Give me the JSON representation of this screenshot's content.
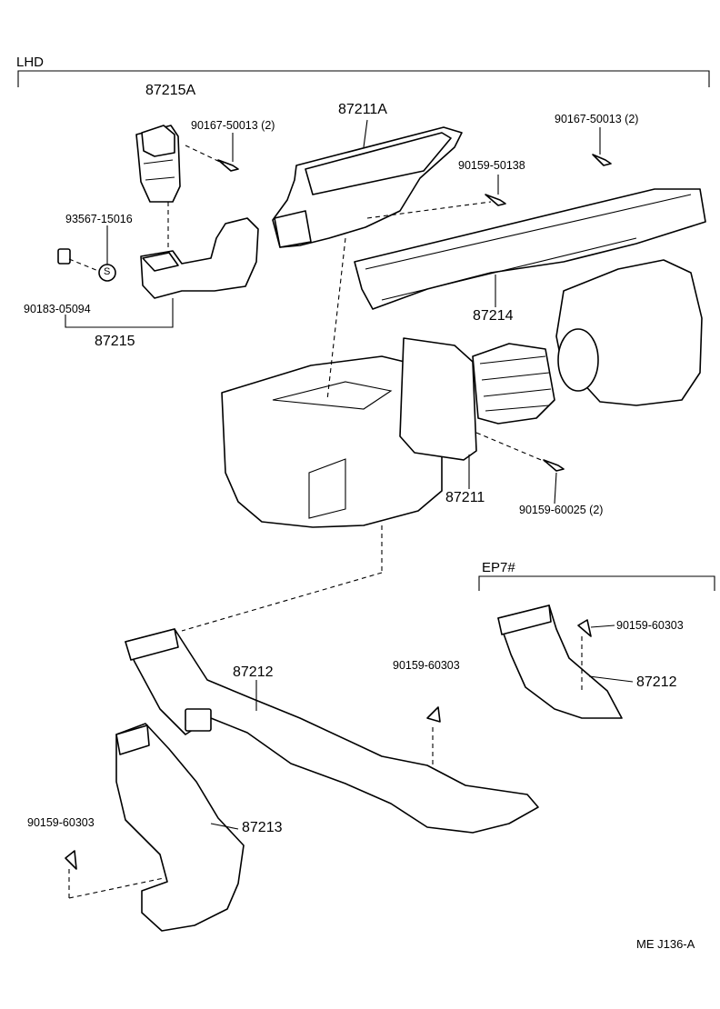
{
  "sections": {
    "lhd": "LHD",
    "ep7": "EP7#"
  },
  "parts": {
    "p87215A": "87215A",
    "p87211A": "87211A",
    "p87214": "87214",
    "p87215": "87215",
    "p87211": "87211",
    "p87212_main": "87212",
    "p87212_ep7": "87212",
    "p87213": "87213"
  },
  "fasteners": {
    "f90167_left": "90167-50013 (2)",
    "f90167_right": "90167-50013 (2)",
    "f90159_50138": "90159-50138",
    "f93567": "93567-15016",
    "f90183": "90183-05094",
    "f90159_60025": "90159-60025 (2)",
    "f90159_60303_mid": "90159-60303",
    "f90159_60303_ep7": "90159-60303",
    "f90159_60303_left": "90159-60303"
  },
  "symbols": {
    "seal_mark": "S"
  },
  "footer": {
    "code": "ME  J136-A"
  }
}
